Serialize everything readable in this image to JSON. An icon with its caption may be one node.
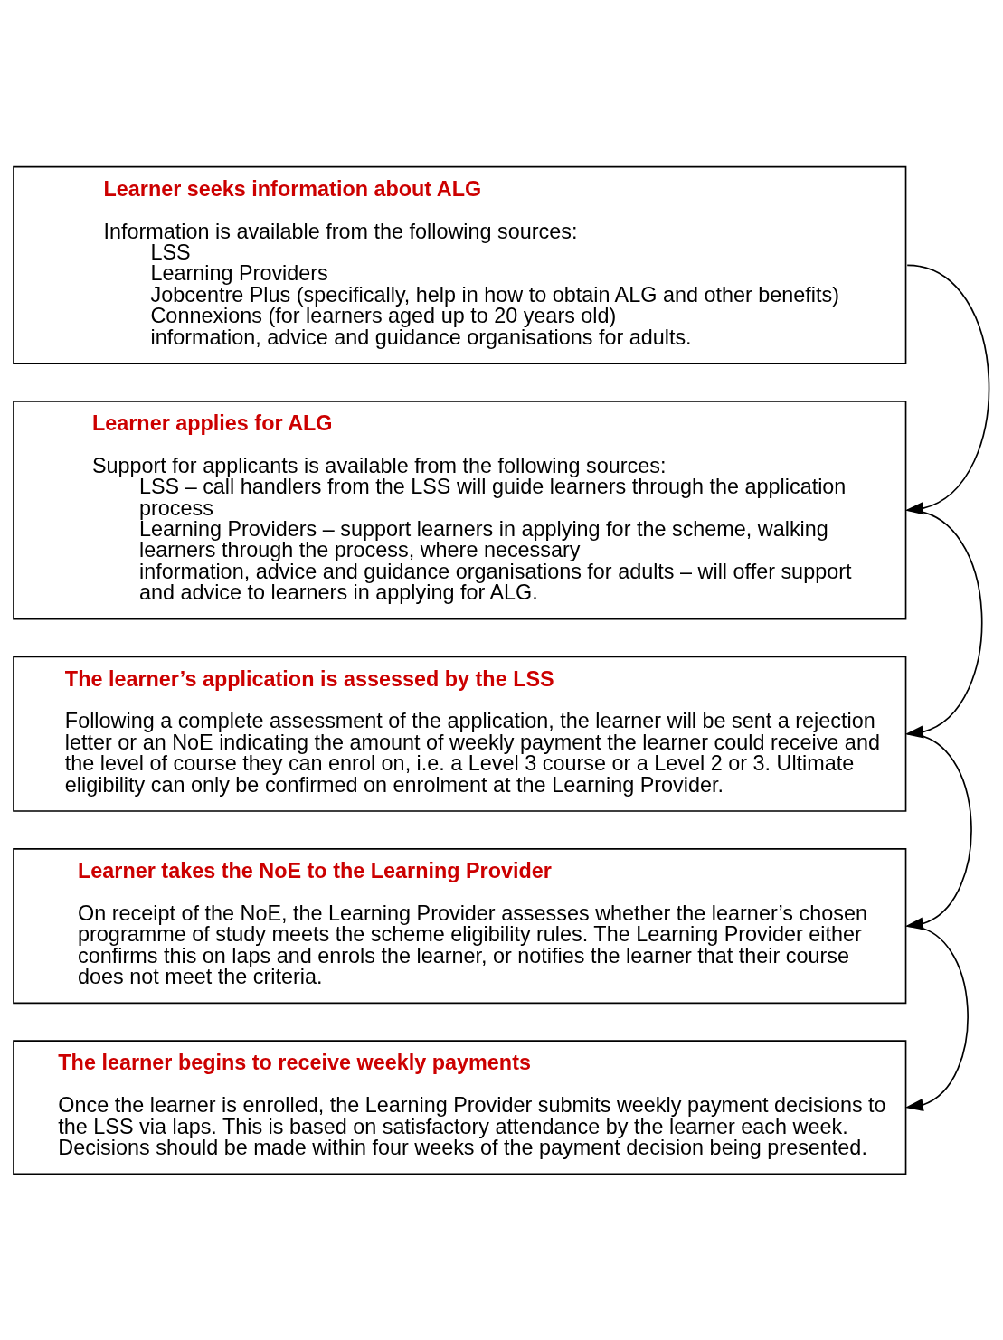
{
  "diagram": {
    "nodes": [
      {
        "text": [
          "Learner seeks information about ALG",
          "Information is available from the following sources:",
          "LSS",
          "Learning Providers",
          "Jobcentre Plus (specifically, help in how to obtain ALG and other benefits)",
          "Connexions (for learners aged up to 20 years old)",
          "information, advice and guidance organisations for adults."
        ]
      },
      {
        "text": [
          "Learner applies for ALG",
          "Support for applicants is available from the following sources:",
          "LSS – call handlers from the LSS will guide learners through the application process",
          "Learning Providers – support learners in applying for the scheme, walking learners through the process, where necessary",
          "information, advice and guidance organisations for adults – will offer support and advice to learners in applying for ALG."
        ]
      },
      {
        "text": [
          "The learner’s application is assessed by the LSS",
          "Following a complete assessment of the application, the learner will be sent a rejection letter or an NoE indicating the amount of weekly payment the learner could receive and the level of course they can enrol on, i.e. a Level 3 course or a Level 2 or 3. Ultimate eligibility can only be confirmed on enrolment at the Learning Provider."
        ]
      },
      {
        "text": [
          "Learner takes the NoE to the Learning Provider",
          "On receipt of the NoE, the Learning Provider assesses whether the learner’s chosen programme of study meets the scheme eligibility rules. The Learning Provider either confirms this on laps and enrols the learner, or notifies the learner that their course does not meet the criteria."
        ]
      },
      {
        "text": [
          "The learner begins to receive weekly payments",
          "Once the learner is enrolled, the Learning Provider submits weekly payment decisions to the LSS via laps. This is based on satisfactory attendance by the learner each week. Decisions should be made within four weeks of the payment decision being presented."
        ]
      }
    ],
    "edges": [
      {
        "from": 0,
        "to": 1,
        "arrow": "to"
      },
      {
        "from": 1,
        "to": 2,
        "arrow": "to"
      },
      {
        "from": 2,
        "to": 3,
        "arrow": "to"
      },
      {
        "from": 3,
        "to": 4,
        "arrow": "to"
      }
    ]
  }
}
